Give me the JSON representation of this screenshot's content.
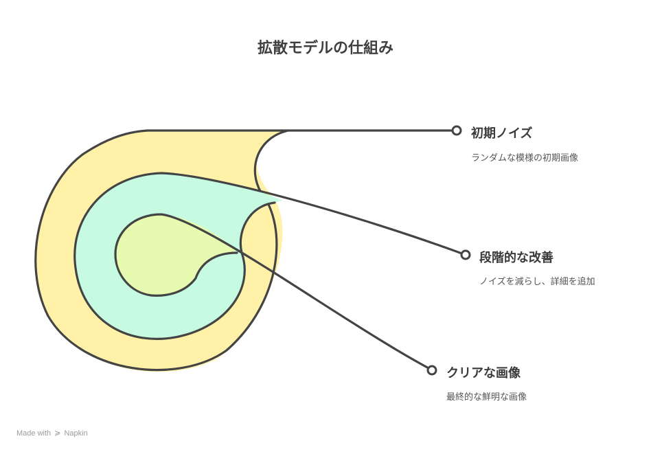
{
  "title": "拡散モデルの仕組み",
  "stages": [
    {
      "label": "初期ノイズ",
      "description": "ランダムな模様の初期画像"
    },
    {
      "label": "段階的な改善",
      "description": "ノイズを減らし、詳細を追加"
    },
    {
      "label": "クリアな画像",
      "description": "最終的な鮮明な画像"
    }
  ],
  "footer": {
    "made_with": "Made with",
    "brand": "Napkin",
    "logo_icon": "napkin-logo-icon"
  },
  "colors": {
    "outer_fill": "#fff2a8",
    "middle_fill": "#c6fbe2",
    "inner_fill": "#e6fbb0",
    "stroke": "#444444"
  }
}
